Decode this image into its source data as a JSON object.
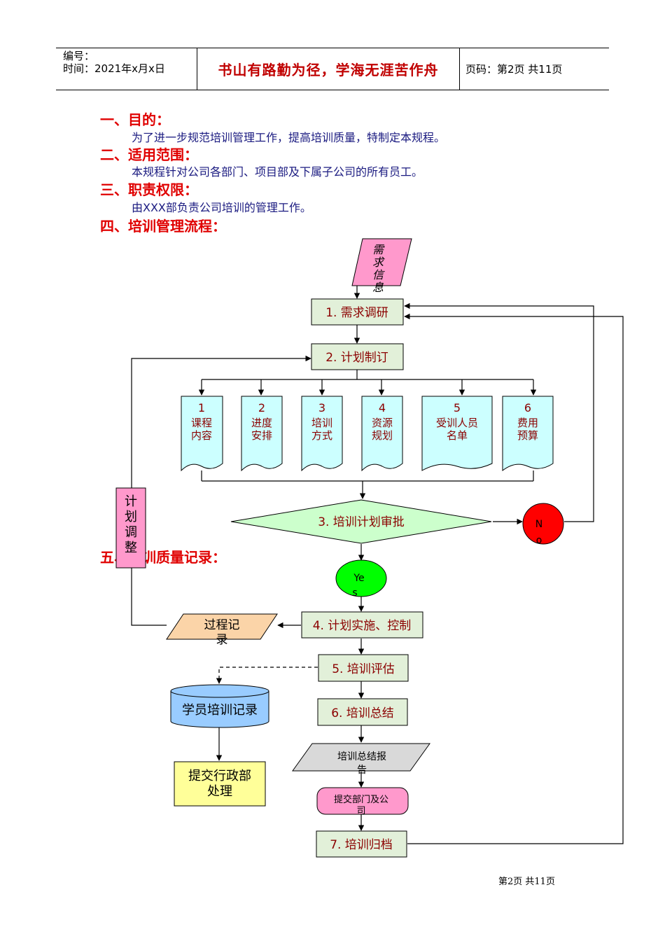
{
  "header": {
    "number_label": "编号：",
    "time_label": "时间：2021年x月x日",
    "motto": "书山有路勤为径，学海无涯苦作舟",
    "page_label": "页码：第2页 共11页"
  },
  "sections": {
    "s1_title": "一、目的：",
    "s1_body": "为了进一步规范培训管理工作，提高培训质量，特制定本规程。",
    "s2_title": "二、适用范围：",
    "s2_body": "本规程针对公司各部门、项目部及下属子公司的所有员工。",
    "s3_title": "三、职责权限：",
    "s3_body": "由XXX部负责公司培训的管理工作。",
    "s4_title": "四、培训管理流程：",
    "s5_title": "五、培训质量记录："
  },
  "flow": {
    "demand_info": [
      "需",
      "求",
      "信",
      "息"
    ],
    "step1": "1. 需求调研",
    "step2": "2. 计划制订",
    "docs": [
      {
        "num": "1",
        "line1": "课程",
        "line2": "内容"
      },
      {
        "num": "2",
        "line1": "进度",
        "line2": "安排"
      },
      {
        "num": "3",
        "line1": "培训",
        "line2": "方式"
      },
      {
        "num": "4",
        "line1": "资源",
        "line2": "规划"
      },
      {
        "num": "5",
        "line1": "受训人员",
        "line2": "名单"
      },
      {
        "num": "6",
        "line1": "费用",
        "line2": "预算"
      }
    ],
    "step3": "3. 培训计划审批",
    "no_line1": "N",
    "no_line2": "o",
    "yes_line1": "Ye",
    "yes_line2": "s",
    "plan_adjust": [
      "计",
      "划",
      "调",
      "整"
    ],
    "step4": "4. 计划实施、控制",
    "process_record_line1": "过程记",
    "process_record_line2": "录",
    "step5": "5. 培训评估",
    "student_record": "学员培训记录",
    "submit_admin_line1": "提交行政部",
    "submit_admin_line2": "处理",
    "step6": "6. 培训总结",
    "summary_report_line1": "培训总结报",
    "summary_report_line2": "告",
    "submit_dept_line1": "提交部门及公",
    "submit_dept_line2": "司",
    "step7": "7. 培训归档"
  },
  "footer": {
    "page": "第2页 共11页"
  },
  "colors": {
    "green_box": "#e2f0d9",
    "doc_cyan": "#ccffff",
    "pink": "#ff99cc",
    "diamond": "#ccffcc",
    "no_red": "#ff0000",
    "yes_green": "#00ff00",
    "orange": "#fbd4a8",
    "cyl_blue": "#99ccff",
    "yellow": "#ffff99",
    "grey": "#d9d9d9",
    "text_red": "#c00000"
  }
}
